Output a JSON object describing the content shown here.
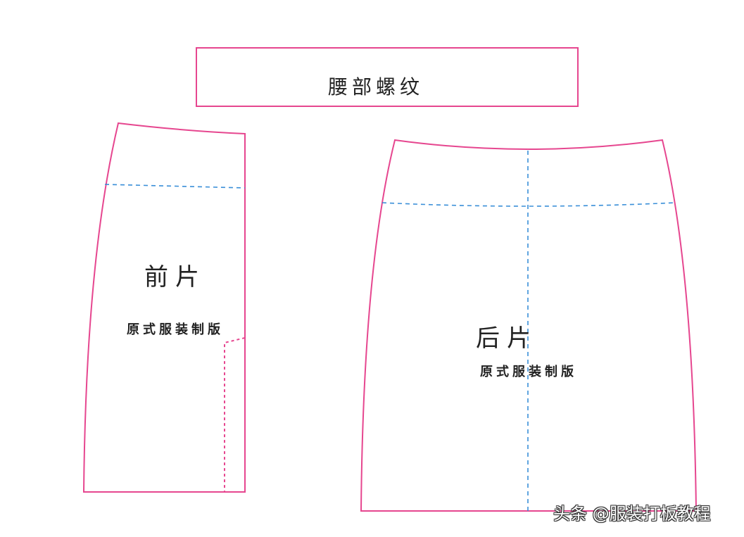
{
  "waistband": {
    "label": "腰部螺纹"
  },
  "front_piece": {
    "title": "前片",
    "subtitle": "原式服装制版"
  },
  "back_piece": {
    "title": "后片",
    "subtitle": "原式服装制版"
  },
  "watermark": {
    "text": "头条 @服装打板教程"
  },
  "colors": {
    "outline": "#e6468f",
    "guide_line": "#3a8fd8",
    "slit_line": "#e6468f",
    "text": "#222222"
  }
}
